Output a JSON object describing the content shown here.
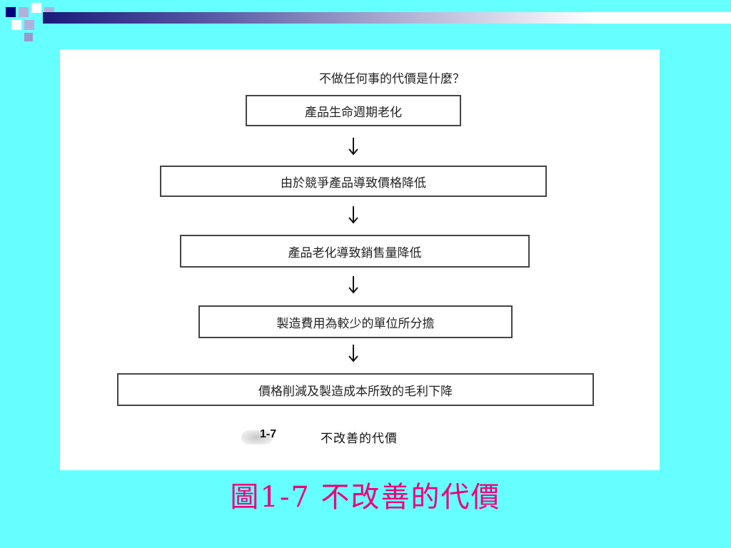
{
  "diagram": {
    "question": "不做任何事的代價是什麼？",
    "steps": [
      "產品生命週期老化",
      "由於競爭產品導致價格降低",
      "產品老化導致銷售量降低",
      "製造費用為較少的單位所分擔",
      "價格削減及製造成本所致的毛利下降"
    ],
    "caption_number": "1-7",
    "caption_text": "不改善的代價"
  },
  "slide_caption": "圖1-7 不改善的代價",
  "colors": {
    "background": "#66FFFF",
    "caption": "#EE0077",
    "accent_dark": "#000080",
    "accent_light": "#9999CC"
  },
  "icons": [
    "arrow-down-icon"
  ]
}
